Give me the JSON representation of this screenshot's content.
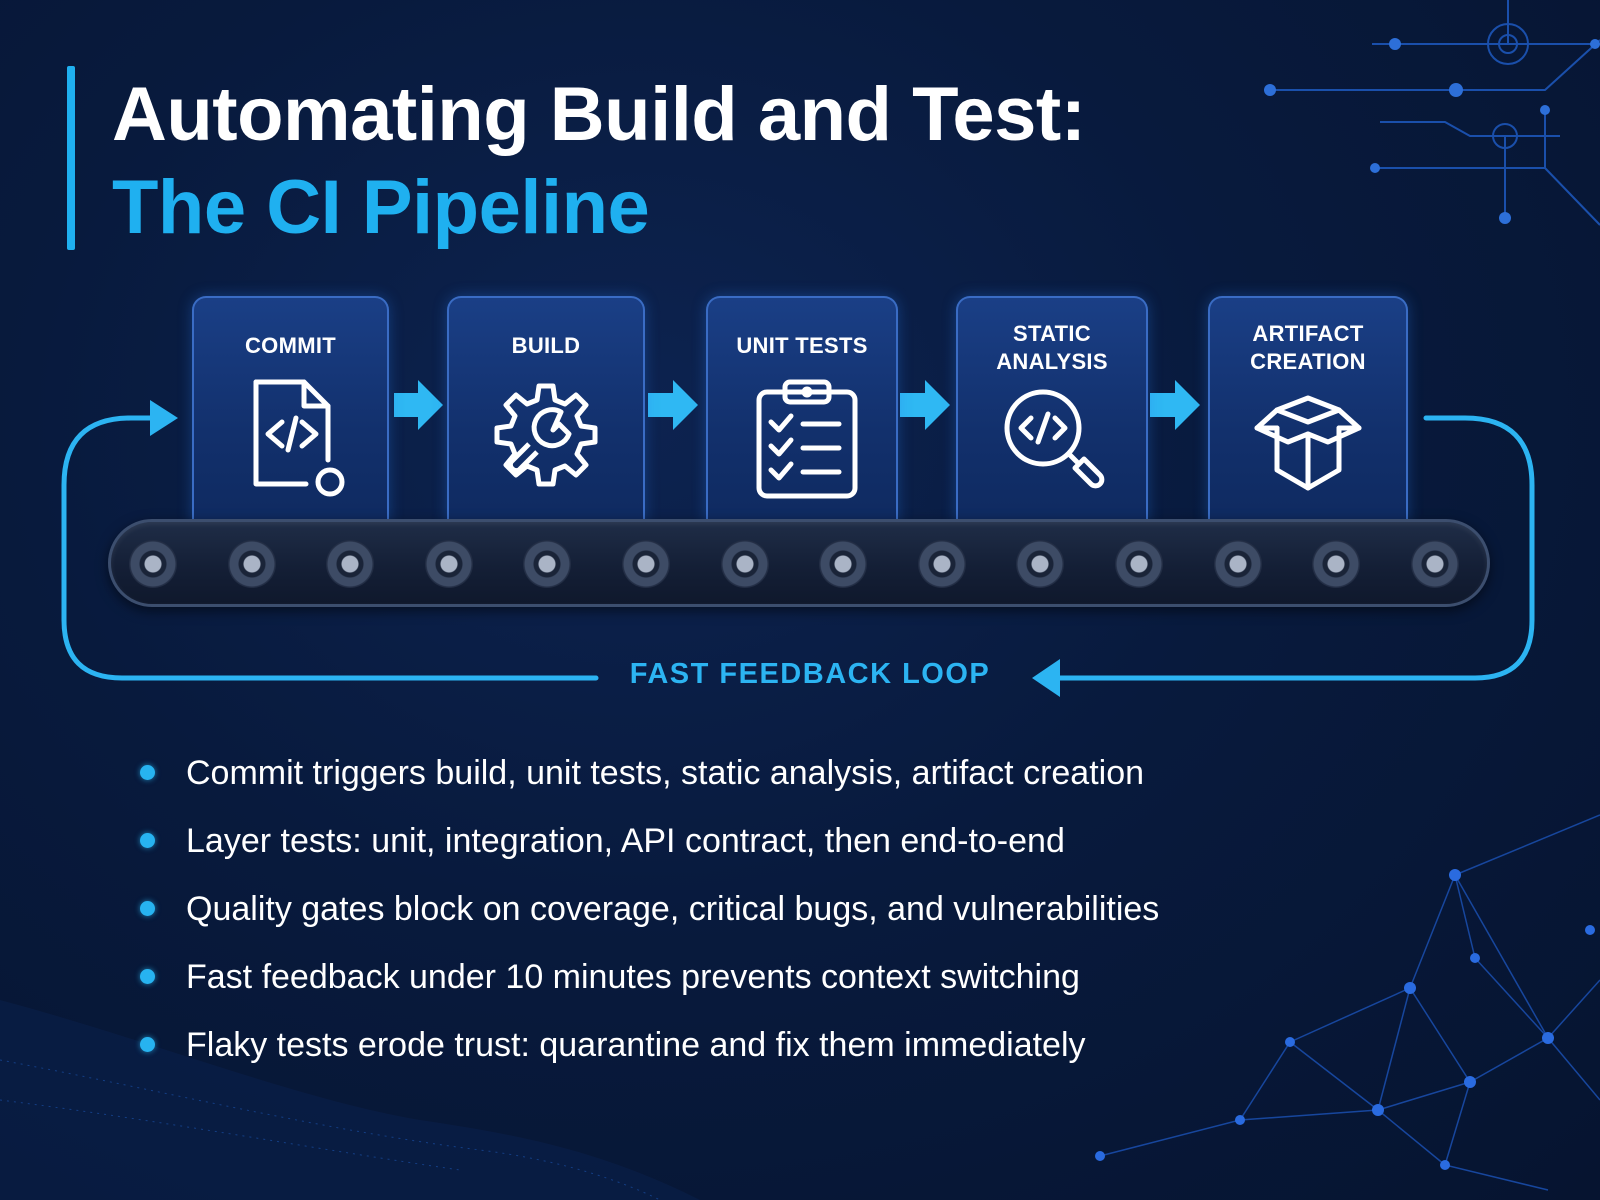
{
  "title": {
    "line1": "Automating Build and Test:",
    "line2": "The CI Pipeline"
  },
  "colors": {
    "accent": "#1fb0f0",
    "background": "#081a3d",
    "stage_fill": "#163878",
    "stage_border": "#3a6cc4"
  },
  "pipeline": {
    "stages": [
      {
        "label": "COMMIT",
        "icon": "code-file-icon"
      },
      {
        "label": "BUILD",
        "icon": "gear-wrench-icon"
      },
      {
        "label": "UNIT TESTS",
        "icon": "checklist-clipboard-icon"
      },
      {
        "label": "STATIC\nANALYSIS",
        "icon": "code-magnifier-icon"
      },
      {
        "label": "ARTIFACT\nCREATION",
        "icon": "package-box-icon"
      }
    ],
    "feedback_loop_label": "FAST FEEDBACK LOOP"
  },
  "bullets": [
    "Commit triggers build, unit tests, static analysis, artifact creation",
    "Layer tests: unit, integration, API contract, then end-to-end",
    "Quality gates block on coverage, critical bugs, and vulnerabilities",
    "Fast feedback under 10 minutes prevents context switching",
    "Flaky tests erode trust: quarantine and fix them immediately"
  ]
}
